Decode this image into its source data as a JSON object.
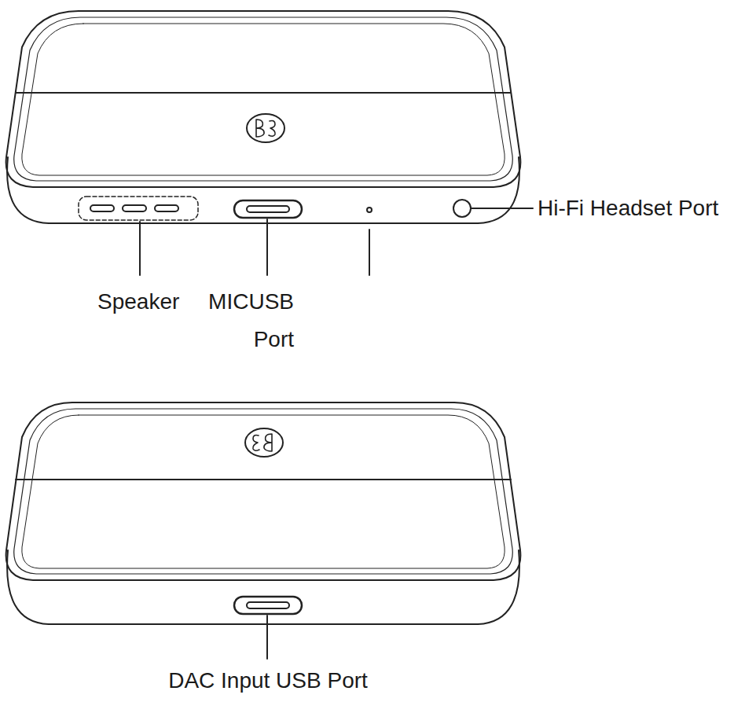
{
  "diagram": {
    "labels": [
      "Hi-Fi Headset Port",
      "Speaker",
      "MICUSB Port",
      "DAC Input USB Port"
    ]
  }
}
